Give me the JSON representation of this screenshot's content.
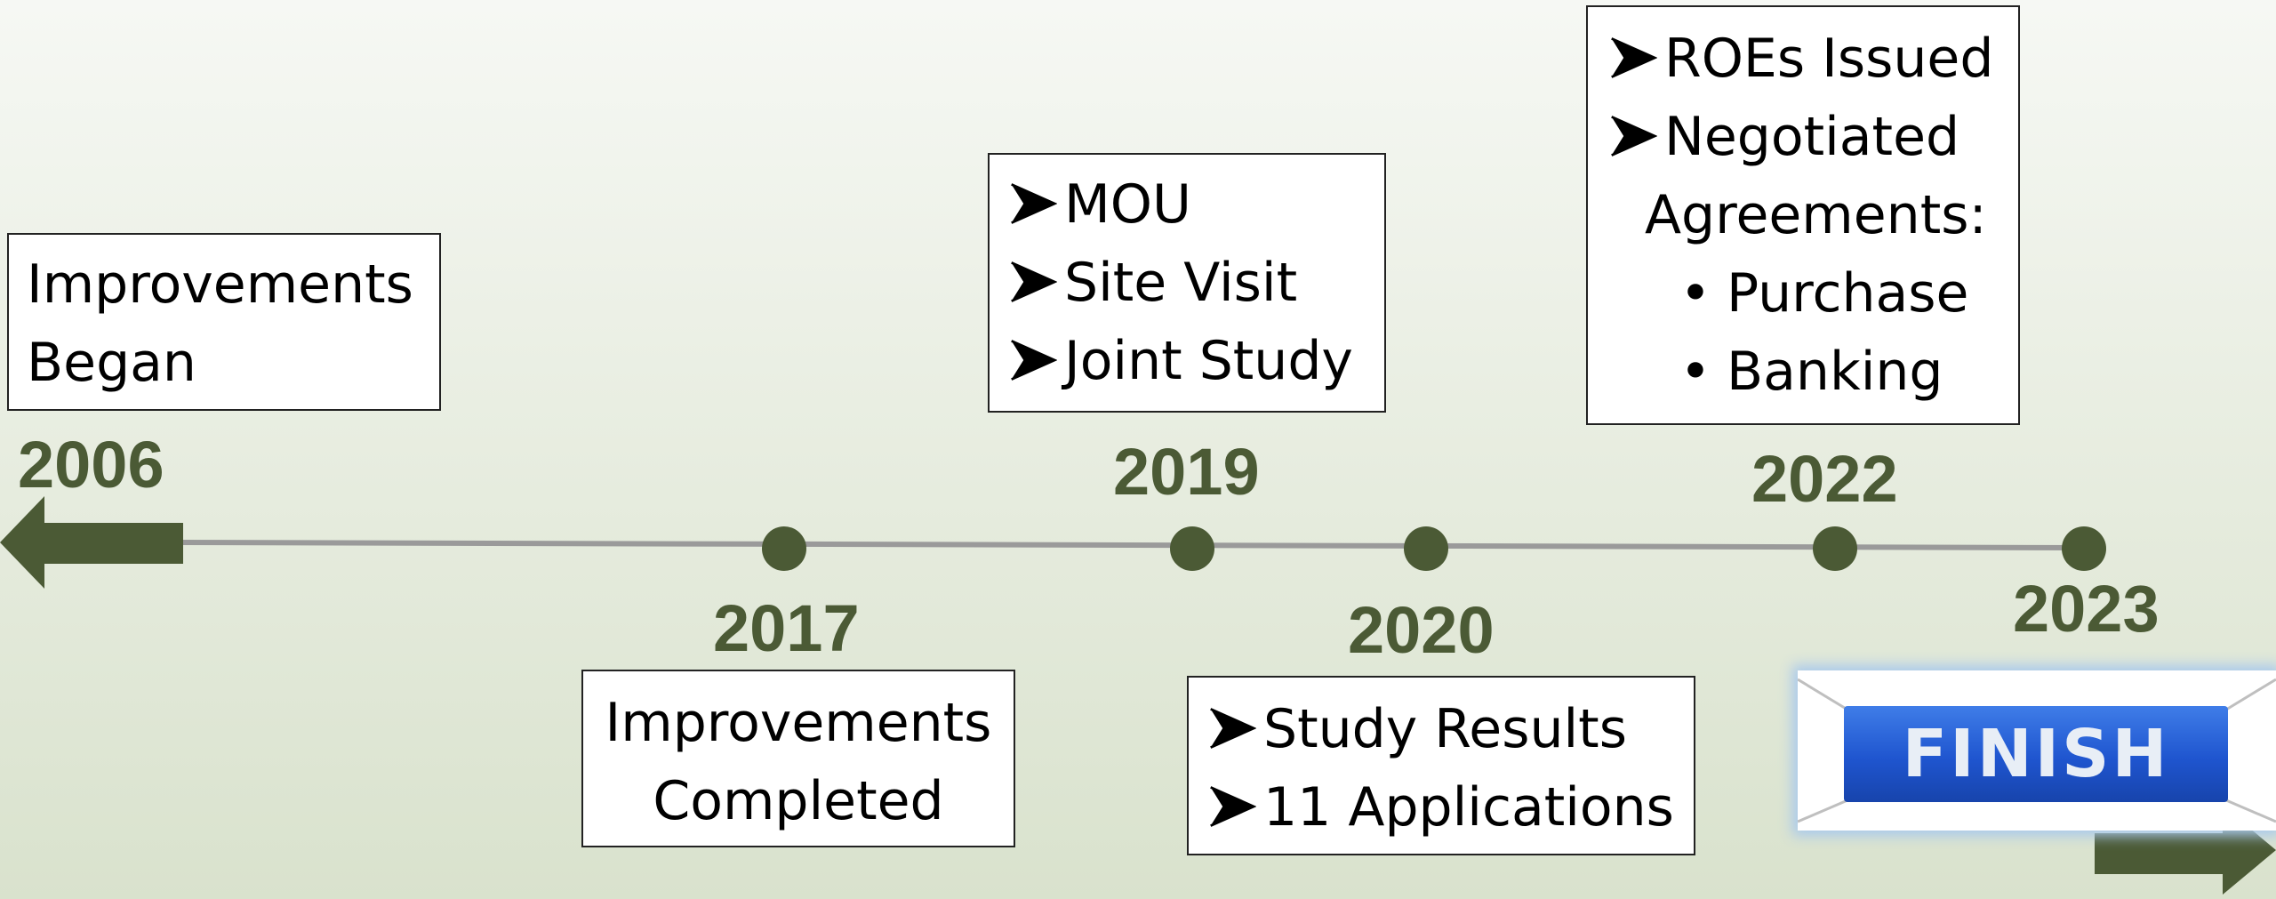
{
  "timeline": {
    "milestones": [
      {
        "year": "2006",
        "note_lines": [
          "Improvements",
          "Began"
        ]
      },
      {
        "year": "2017",
        "note_lines": [
          "Improvements",
          "Completed"
        ]
      },
      {
        "year": "2019",
        "bullets": [
          "MOU",
          "Site Visit",
          "Joint Study"
        ]
      },
      {
        "year": "2020",
        "bullets": [
          "Study Results",
          "11 Applications"
        ]
      },
      {
        "year": "2022",
        "bullets": [
          "ROEs Issued",
          "Negotiated"
        ],
        "continuation": "Agreements:",
        "sub_bullets": [
          "Purchase",
          "Banking"
        ]
      },
      {
        "year": "2023"
      }
    ],
    "finish_label": "FINISH",
    "colors": {
      "accent": "#4b5a35",
      "line": "#9a9a9a",
      "banner": "#2a62d8"
    }
  }
}
